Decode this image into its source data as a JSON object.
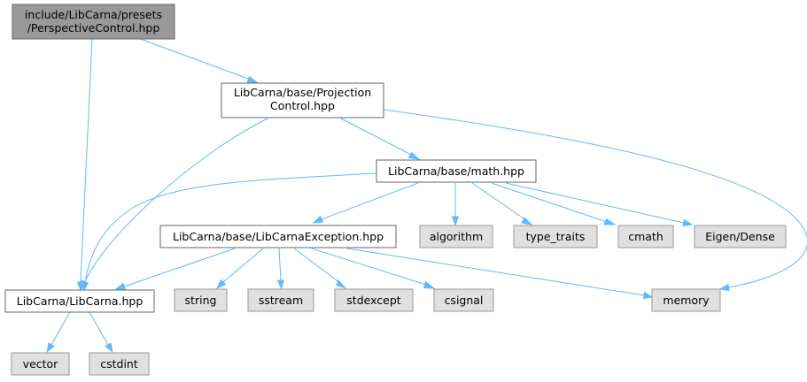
{
  "nodes": {
    "root": {
      "lines": [
        "include/LibCarna/presets",
        "/PerspectiveControl.hpp"
      ]
    },
    "projection": {
      "lines": [
        "LibCarna/base/Projection",
        "Control.hpp"
      ]
    },
    "math": {
      "lines": [
        "LibCarna/base/math.hpp"
      ]
    },
    "exception": {
      "lines": [
        "LibCarna/base/LibCarnaException.hpp"
      ]
    },
    "libcarna": {
      "lines": [
        "LibCarna/LibCarna.hpp"
      ]
    },
    "algorithm": {
      "lines": [
        "algorithm"
      ]
    },
    "type_traits": {
      "lines": [
        "type_traits"
      ]
    },
    "cmath": {
      "lines": [
        "cmath"
      ]
    },
    "eigen": {
      "lines": [
        "Eigen/Dense"
      ]
    },
    "string": {
      "lines": [
        "string"
      ]
    },
    "sstream": {
      "lines": [
        "sstream"
      ]
    },
    "stdexcept": {
      "lines": [
        "stdexcept"
      ]
    },
    "csignal": {
      "lines": [
        "csignal"
      ]
    },
    "memory": {
      "lines": [
        "memory"
      ]
    },
    "vector": {
      "lines": [
        "vector"
      ]
    },
    "cstdint": {
      "lines": [
        "cstdint"
      ]
    }
  },
  "colors": {
    "edge": "#63b8ff",
    "root_fill": "#999999",
    "local_fill": "#ffffff",
    "system_fill": "#e0e0e0"
  }
}
